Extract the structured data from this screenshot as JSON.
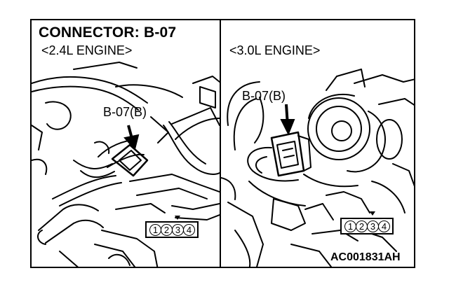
{
  "diagram": {
    "title": "CONNECTOR: B-07",
    "left_panel": {
      "engine": "<2.4L ENGINE>",
      "connector_label": "B-07(B)",
      "pins": [
        "1",
        "2",
        "3",
        "4"
      ]
    },
    "right_panel": {
      "engine": "<3.0L ENGINE>",
      "connector_label": "B-07(B)",
      "pins": [
        "1",
        "2",
        "3",
        "4"
      ]
    },
    "figure_id": "AC001831AH"
  }
}
